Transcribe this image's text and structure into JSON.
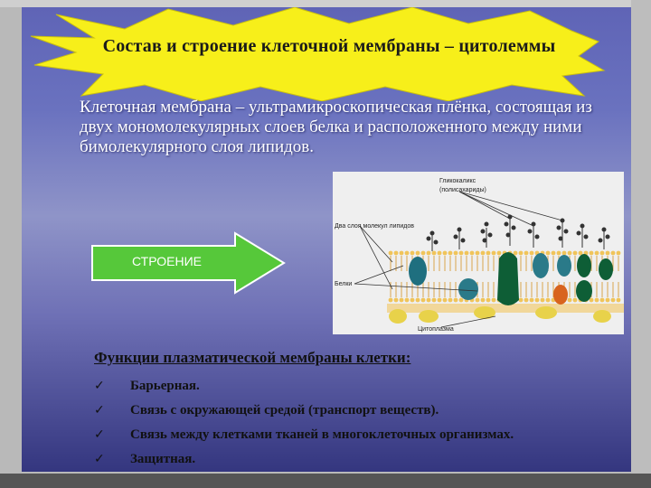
{
  "slide": {
    "title": "Состав и строение клеточной мембраны – цитолеммы",
    "intro": "Клеточная мембрана – ультрамикроскопическая плёнка, состоящая из двух мономолекулярных слоев белка и расположенного между ними бимолекулярного слоя липидов.",
    "arrow_label": "СТРОЕНИЕ"
  },
  "diagram": {
    "labels": {
      "glycocalyx": "Гликокаликс",
      "glycocalyx_sub": "(полисахариды)",
      "lipid_layers": "Два слоя молекул липидов",
      "proteins": "Белки",
      "cytoplasm": "Цитоплазма"
    },
    "colors": {
      "protein_teal": "#1f6f7f",
      "protein_green": "#0e5e36",
      "protein_orange": "#d8641e",
      "protein_yellow": "#e8d24a",
      "lipid_heads": "#f0c45a"
    }
  },
  "functions": {
    "heading": "Функции плазматической мембраны клетки:",
    "items": [
      "Барьерная.",
      "Связь с окружающей средой (транспорт веществ).",
      "Связь между клетками тканей в многоклеточных организмах.",
      "Защитная."
    ],
    "bullet": "✓"
  }
}
